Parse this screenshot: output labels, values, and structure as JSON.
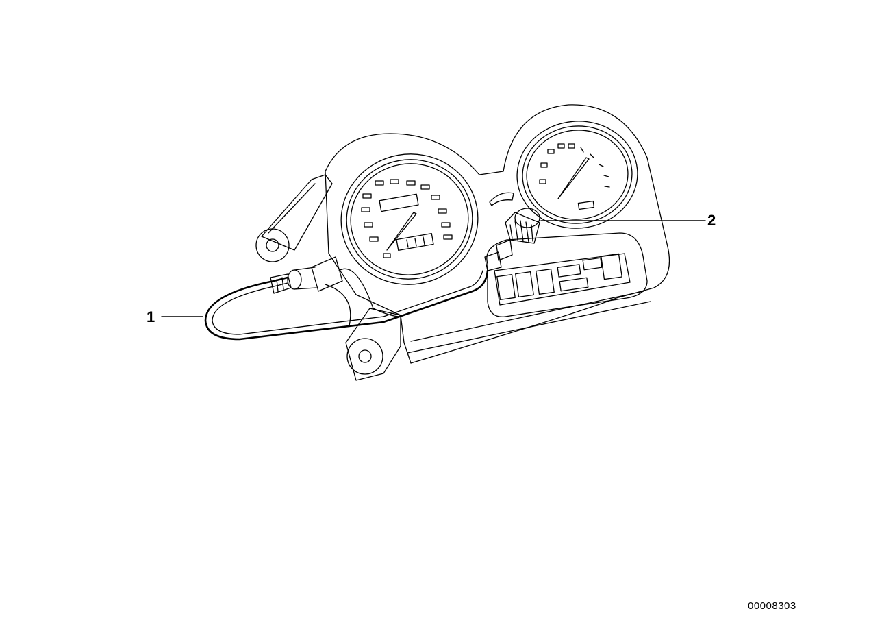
{
  "callouts": [
    {
      "id": "1",
      "label": "1"
    },
    {
      "id": "2",
      "label": "2"
    }
  ],
  "diagram_code": "00008303"
}
